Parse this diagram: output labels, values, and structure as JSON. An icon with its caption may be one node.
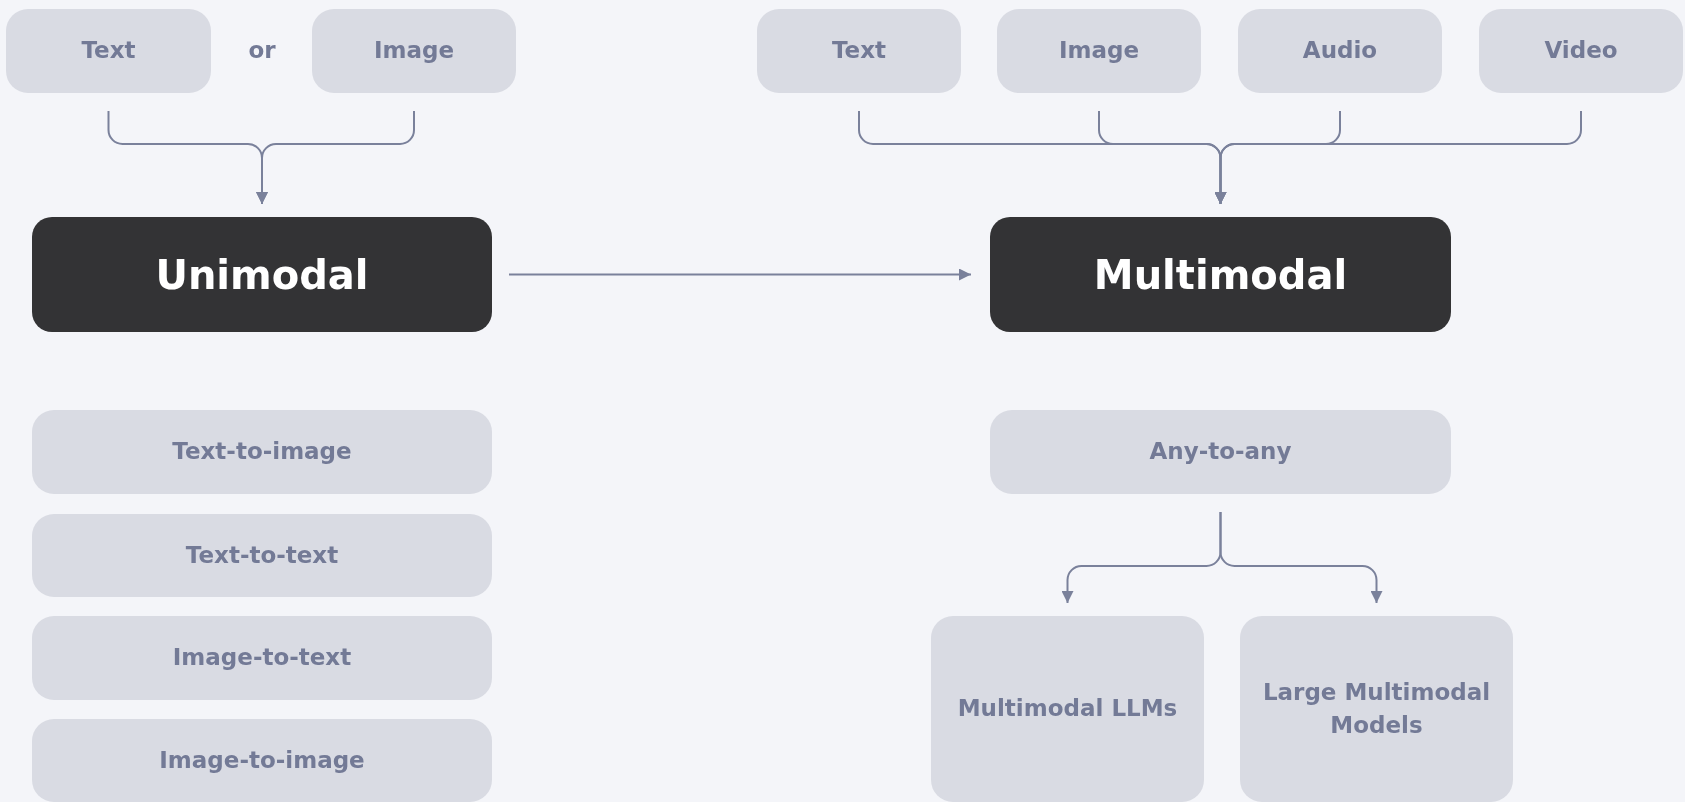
{
  "diagram": {
    "nodes": [
      {
        "text": [
          "Text"
        ]
      },
      {
        "text": [
          "Image"
        ]
      },
      {
        "text": [
          "Unimodal"
        ]
      },
      {
        "text": [
          "Text"
        ]
      },
      {
        "text": [
          "Image"
        ]
      },
      {
        "text": [
          "Audio"
        ]
      },
      {
        "text": [
          "Video"
        ]
      },
      {
        "text": [
          "Multimodal"
        ]
      },
      {
        "text": [
          "Text-to-image"
        ]
      },
      {
        "text": [
          "Text-to-text"
        ]
      },
      {
        "text": [
          "Image-to-text"
        ]
      },
      {
        "text": [
          "Image-to-image"
        ]
      },
      {
        "text": [
          "Any-to-any"
        ]
      },
      {
        "text": [
          "Multimodal LLMs"
        ]
      },
      {
        "text": [
          "Large Multimodal Models"
        ]
      }
    ],
    "edges": [
      {
        "from": 0,
        "to": 2,
        "arrow": "to"
      },
      {
        "from": 1,
        "to": 2,
        "arrow": "to"
      },
      {
        "from": 2,
        "to": 7,
        "arrow": "to"
      },
      {
        "from": 3,
        "to": 7,
        "arrow": "to"
      },
      {
        "from": 4,
        "to": 7,
        "arrow": "to"
      },
      {
        "from": 5,
        "to": 7,
        "arrow": "to"
      },
      {
        "from": 6,
        "to": 7,
        "arrow": "to"
      },
      {
        "from": 12,
        "to": 13,
        "arrow": "to"
      },
      {
        "from": 12,
        "to": 14,
        "arrow": "to"
      }
    ],
    "labels": [
      "or"
    ]
  }
}
